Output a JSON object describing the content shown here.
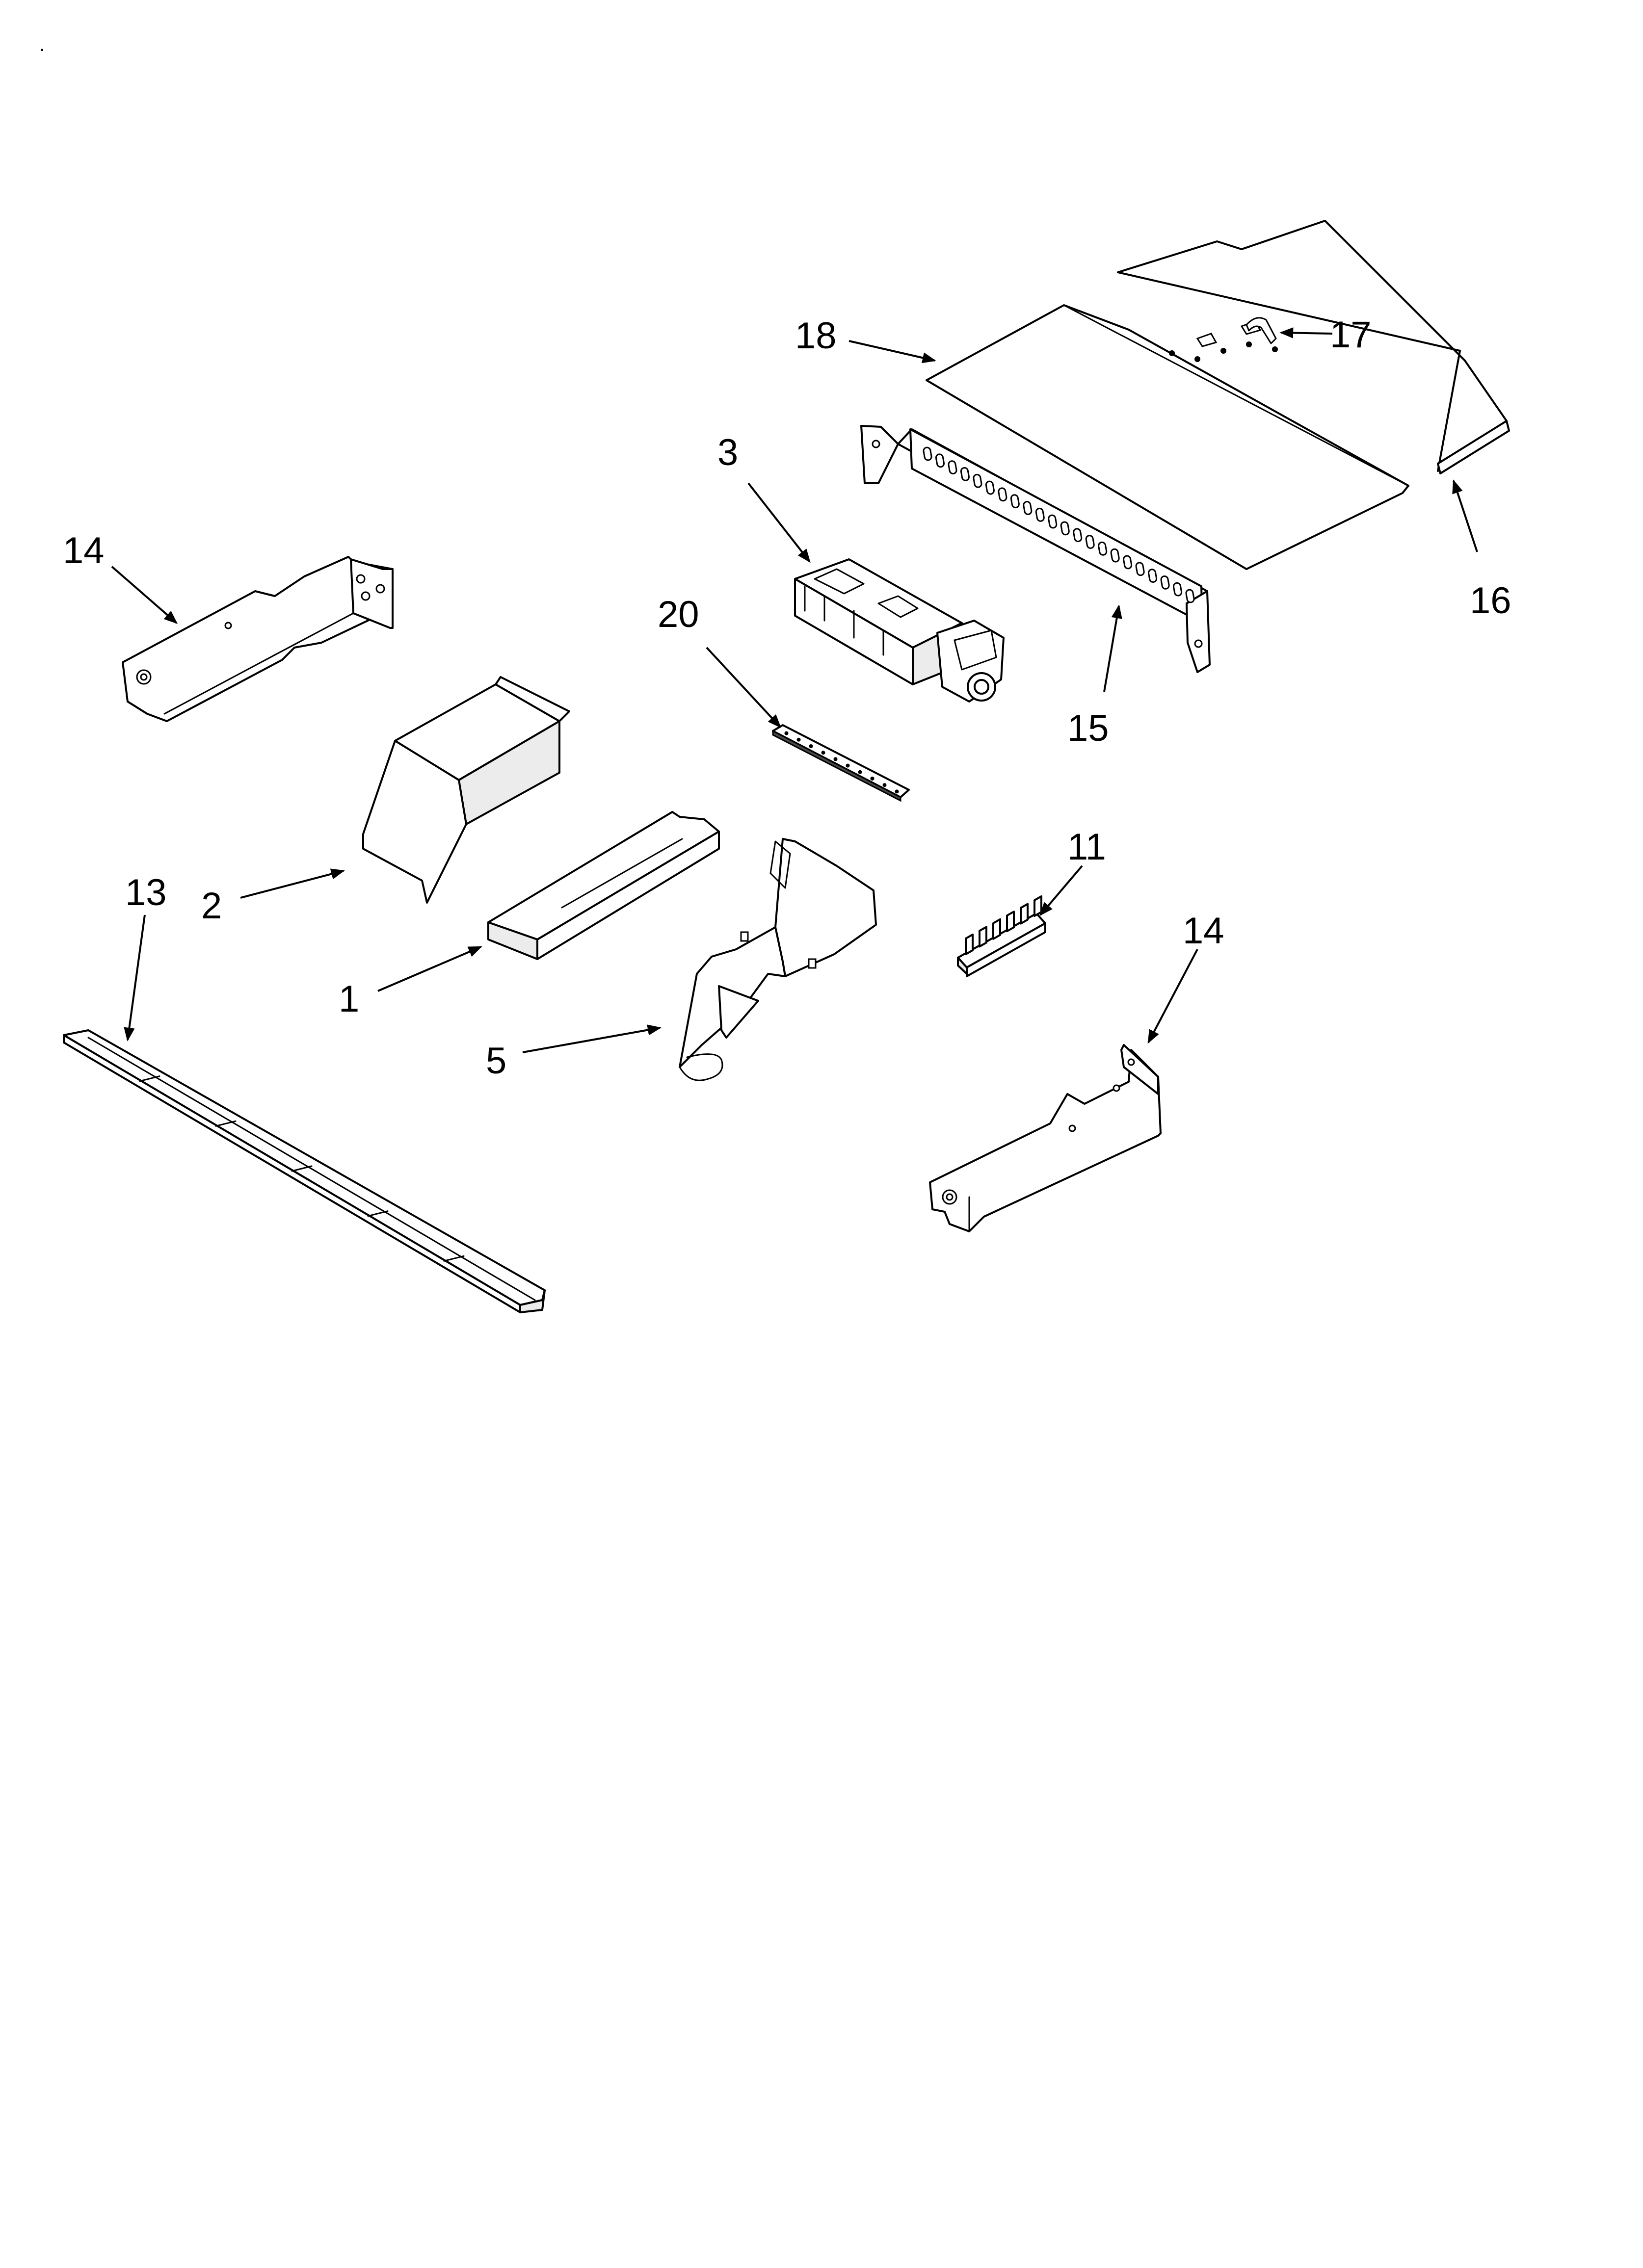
{
  "diagram": {
    "callouts": {
      "p1": "1",
      "p2": "2",
      "p3": "3",
      "p5": "5",
      "p11": "11",
      "p13": "13",
      "p14_left": "14",
      "p14_right": "14",
      "p15": "15",
      "p16": "16",
      "p17": "17",
      "p18": "18",
      "p20": "20"
    },
    "corner_mark": "."
  }
}
